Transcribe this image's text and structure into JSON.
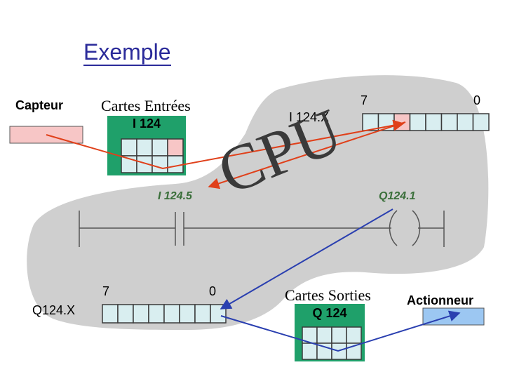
{
  "title": "Exemple",
  "capteur_label": "Capteur",
  "actionneur_label": "Actionneur",
  "cartes_entrees": {
    "heading": "Cartes Entrées",
    "card_label": "I 124"
  },
  "cartes_sorties": {
    "heading": "Cartes Sorties",
    "card_label": "Q 124"
  },
  "cpu_label": "CPU",
  "input_register": {
    "label": "I 124.X",
    "bit_high": "7",
    "bit_low": "0"
  },
  "output_register": {
    "label": "Q124.X",
    "bit_high": "7",
    "bit_low": "0"
  },
  "ladder": {
    "contact_label": "I 124.5",
    "coil_label": "Q124.1"
  },
  "colors": {
    "cpu_area": "#cfcfcf",
    "card_green": "#1fa06a",
    "cell_fill": "#d9eef0",
    "highlight_cell": "#f7c6c6",
    "capteur_fill": "#f7c6c6",
    "actionneur_fill": "#9cc7f2",
    "red_arrow": "#e0401a",
    "blue_arrow": "#2a3fb0"
  }
}
